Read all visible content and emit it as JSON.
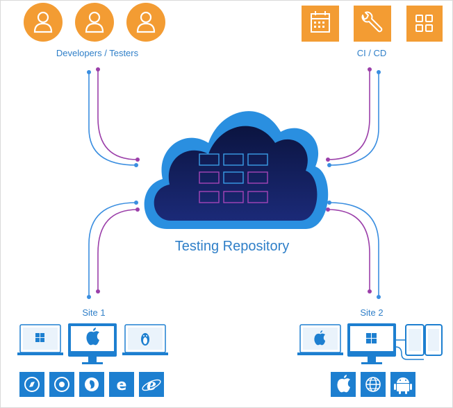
{
  "groups": {
    "developers_label": "Developers / Testers",
    "cicd_label": "CI / CD",
    "site1_label": "Site 1",
    "site2_label": "Site 2"
  },
  "center": {
    "title": "Testing Repository"
  },
  "icons": {
    "developers": [
      "user-icon",
      "user-icon",
      "user-icon"
    ],
    "cicd": [
      "calendar-icon",
      "wrench-icon",
      "grid-icon"
    ],
    "site1_desktops": [
      "windows-monitor-icon",
      "apple-imac-icon",
      "linux-monitor-icon"
    ],
    "site1_browsers": [
      "safari-icon",
      "chrome-icon",
      "firefox-icon",
      "edge-icon",
      "internet-explorer-icon"
    ],
    "site2_desktops": [
      "apple-monitor-icon",
      "windows-imac-icon",
      "mobile-devices-icon"
    ],
    "site2_mobile": [
      "apple-icon",
      "globe-icon",
      "android-icon"
    ]
  },
  "colors": {
    "orange": "#f39c33",
    "blue": "#1d7fd0",
    "cloud_outer": "#2a8fe0",
    "cloud_inner": "#0c1845",
    "purple_line": "#9b3fa9",
    "blue_line": "#3a8ee0"
  }
}
